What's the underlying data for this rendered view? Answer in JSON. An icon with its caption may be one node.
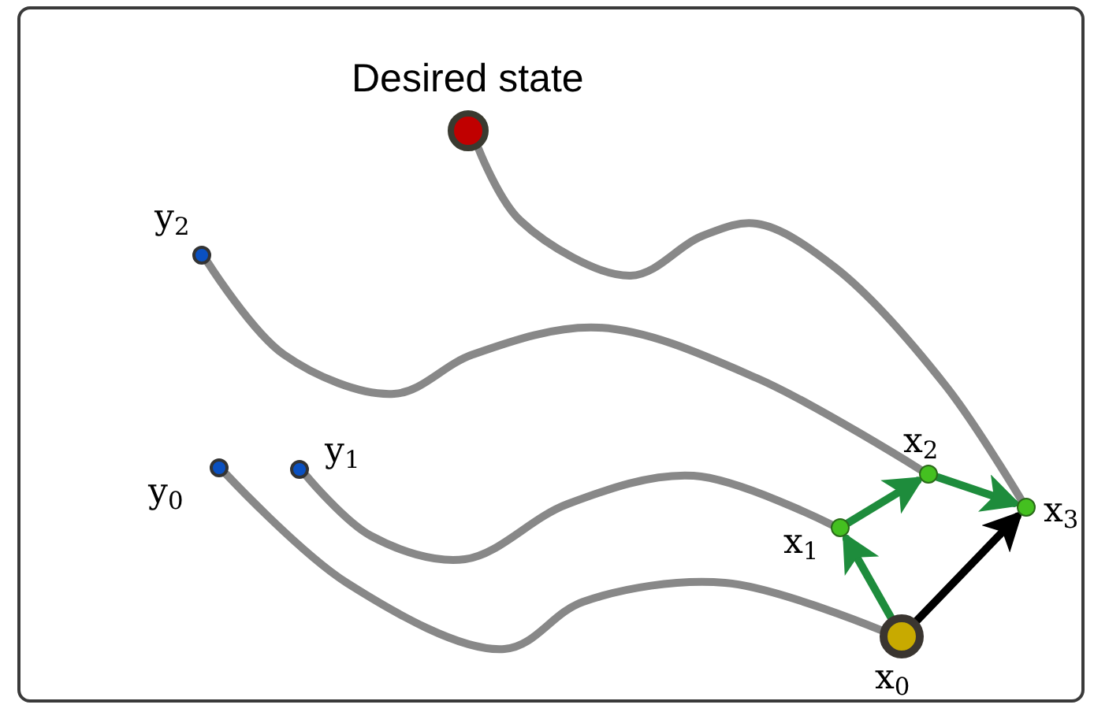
{
  "diagram": {
    "nodes": [
      {
        "text": [
          "Desired state"
        ]
      },
      {
        "text": [
          "y$_{2}$"
        ]
      },
      {
        "text": [
          "y$_{0}$"
        ]
      },
      {
        "text": [
          "y$_{1}$"
        ]
      },
      {
        "text": [
          "x$_{1}$"
        ]
      },
      {
        "text": [
          "x$_{2}$"
        ]
      },
      {
        "text": [
          "x$_{3}$"
        ]
      },
      {
        "text": [
          "x$_{0}$"
        ]
      }
    ],
    "edges": [
      {
        "from": 0,
        "to": 6,
        "arrow": "none"
      },
      {
        "from": 1,
        "to": 5,
        "arrow": "none"
      },
      {
        "from": 3,
        "to": 4,
        "arrow": "none"
      },
      {
        "from": 2,
        "to": 7,
        "arrow": "none"
      },
      {
        "from": 7,
        "to": 4,
        "arrow": "to",
        "color": "#1e8c3c"
      },
      {
        "from": 4,
        "to": 5,
        "arrow": "to",
        "color": "#1e8c3c"
      },
      {
        "from": 5,
        "to": 6,
        "arrow": "to",
        "color": "#1e8c3c"
      },
      {
        "from": 7,
        "to": 6,
        "arrow": "to",
        "color": "#000000"
      }
    ]
  }
}
